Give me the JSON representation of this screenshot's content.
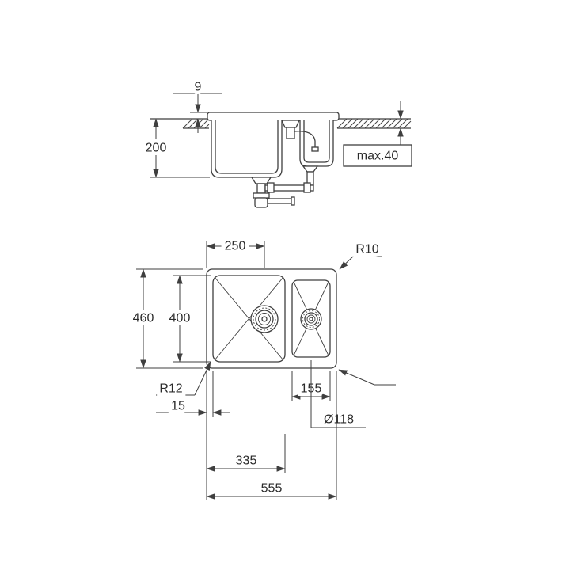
{
  "page": {
    "background": "#ffffff",
    "line_color": "#3f3f3f"
  },
  "drawing": {
    "kind": "sink-installation-technical-drawing",
    "side_view": {
      "rim_height": "9",
      "bowl_depth": "200",
      "worktop_thickness_max": "max.40"
    },
    "plan_view": {
      "drain_offset": "250",
      "corner_radius_outer_top": "R10",
      "overall_depth": "460",
      "bowl_inner_depth": "400",
      "corner_radius_bowl": "R12",
      "rim_width": "15",
      "half_bowl_width": "155",
      "drain_diameter": "Ø118",
      "drain2_offset": "335",
      "overall_width": "555"
    }
  }
}
